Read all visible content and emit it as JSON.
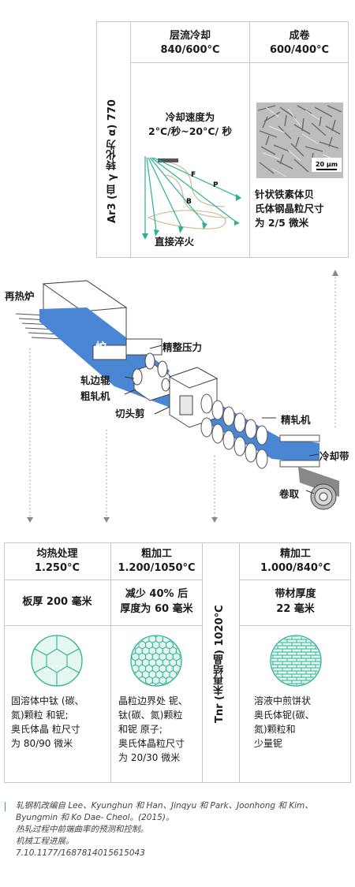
{
  "top": {
    "ar3_label": "Ar3 (自 γ 转化为 α) 770",
    "laminar_title": "层流冷却",
    "laminar_temp": "840/600°C",
    "coiling_title": "成卷",
    "coiling_temp": "600/400°C",
    "cooling_speed_line1": "冷却速度为",
    "cooling_speed_line2": "2°C/秒~20°C/ 秒",
    "curve_f": "F",
    "curve_p": "P",
    "curve_b": "B",
    "direct_quench": "直接淬火",
    "scale_bar": "20 µm",
    "bainite_text_1": "针状铁素体贝",
    "bainite_text_2": "氏体钢晶粒尺寸",
    "bainite_text_3": "为 2/5 微米"
  },
  "mill": {
    "reheating_furnace": "再热炉",
    "furnace_mark": "炉",
    "finishing_press": "精整压力",
    "edge_roll": "轧边辊",
    "roughing_mill": "粗轧机",
    "crop_shear": "切头剪",
    "finishing_mill": "精轧机",
    "cooling_strip": "冷却带",
    "coiler": "卷取"
  },
  "bottom": {
    "soaking_title": "均热处理",
    "soaking_temp": "1.250°C",
    "soaking_thick": "板厚 200 毫米",
    "soaking_desc": [
      "固溶体中钛 (碳、",
      "氮)颗粒 和铌;",
      "奥氏体晶 粒尺寸",
      "为 80/90 微米"
    ],
    "rough_title": "粗加工",
    "rough_temp": "1.200/1050°C",
    "rough_thick_1": "减少 40% 后",
    "rough_thick_2": "厚度为 60 毫米",
    "rough_desc": [
      "晶粒边界处 铌、",
      "钛(碳、氮)颗粒",
      "和铌 原子;",
      "奥氏体晶粒尺寸",
      "为 20/30 微米"
    ],
    "tnr_label": "Tnr (未再结晶) 1020°C",
    "finish_title": "精加工",
    "finish_temp": "1.000/840°C",
    "finish_thick_1": "带材厚度",
    "finish_thick_2": "22 毫米",
    "finish_desc": [
      "溶液中煎饼状",
      "奥氏体铌(碳、",
      "氮)颗粒和",
      "少量铌"
    ]
  },
  "footer": {
    "line1": "轧钢机改编自 Lee、Kyunghun 和 Han、Jinqyu 和 Park、Joonhong 和 Kim、",
    "line2": "Byungmin 和 Ko Dae- Cheol。(2015)。",
    "line3": "热轧过程中前端曲率的预测和控制。",
    "line4": "机械工程进展。",
    "line5": "7.10.1177/1687814015615043"
  },
  "colors": {
    "accent_green": "#2bb38f",
    "strip_blue": "#4a86d4",
    "border": "#c8c8c8"
  }
}
